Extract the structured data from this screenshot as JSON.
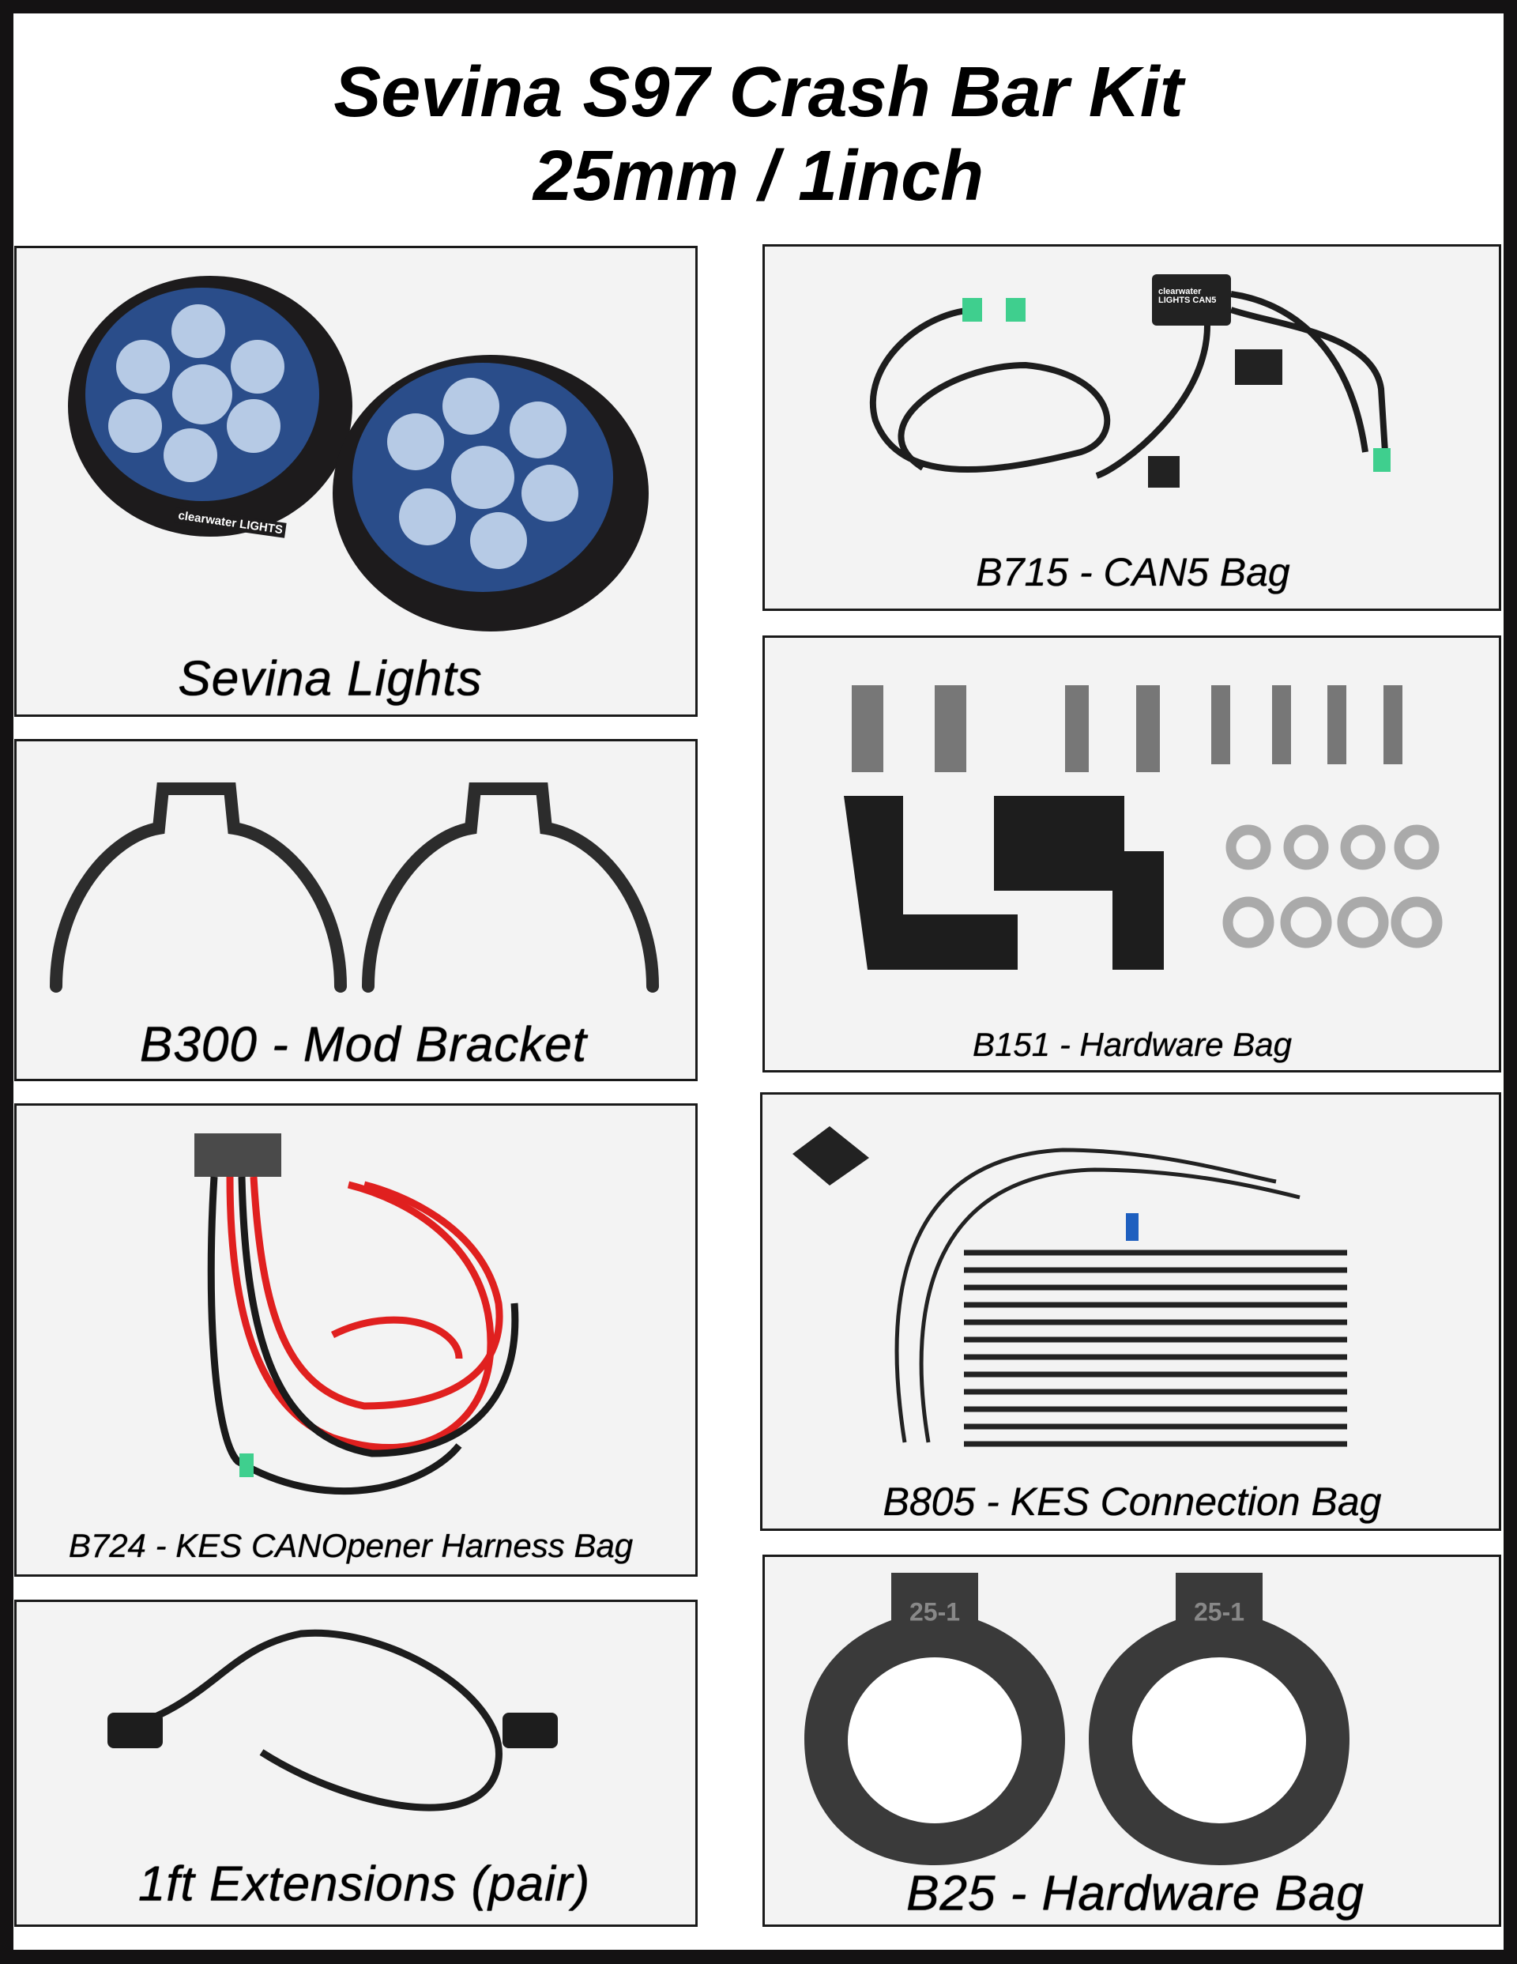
{
  "header": {
    "title_line1": "Sevina S97 Crash Bar Kit",
    "title_line2": "25mm / 1inch"
  },
  "items": [
    {
      "label": "Sevina Lights",
      "brand_mark": "clearwater LIGHTS"
    },
    {
      "label": "B300 - Mod Bracket"
    },
    {
      "label": "B724 - KES CANOpener Harness Bag"
    },
    {
      "label": "1ft Extensions (pair)"
    },
    {
      "label": "B715 - CAN5 Bag",
      "brand_mark": "clearwater LIGHTS CAN5"
    },
    {
      "label": "B151 - Hardware Bag"
    },
    {
      "label": "B805 - KES Connection Bag"
    },
    {
      "label": "B25 - Hardware Bag",
      "stamp": "25-1"
    }
  ],
  "colors": {
    "border": "#1a1a1a",
    "panel": "#f3f3f3",
    "connector_green": "#3fcf8e",
    "wire_red": "#e0201f"
  }
}
